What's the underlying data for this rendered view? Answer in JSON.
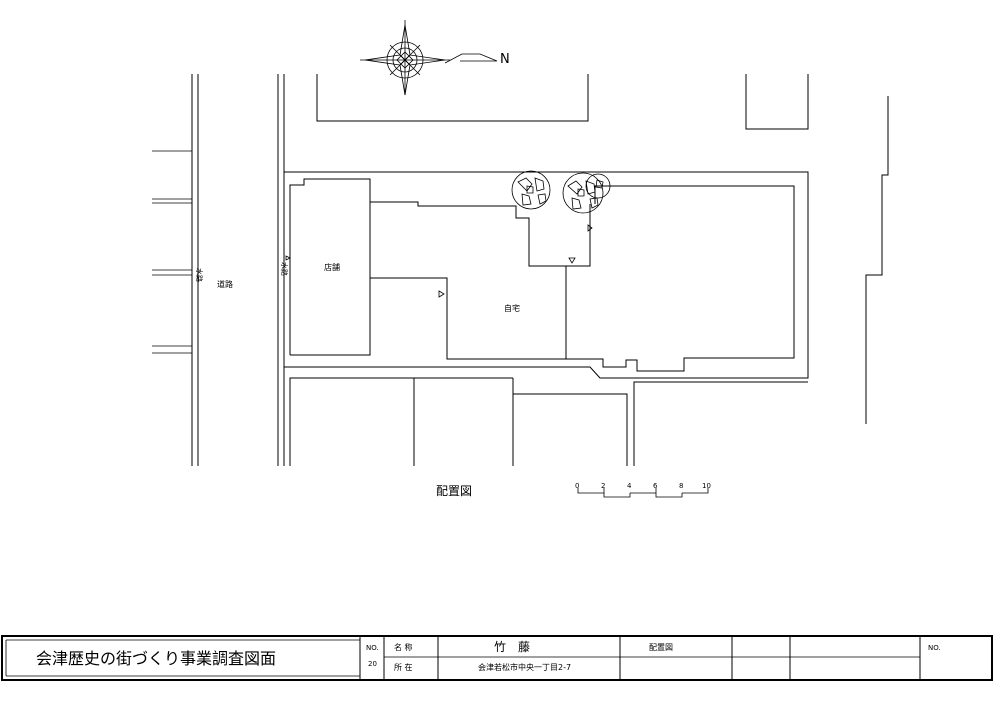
{
  "compass": {
    "north_label": "N"
  },
  "road": {
    "label": "道路",
    "gutter_left": "水路",
    "gutter_right": "水路"
  },
  "buildings": {
    "shop": "店舗",
    "house": "自宅"
  },
  "drawing_title": "配置図",
  "scale_bar": {
    "ticks": [
      "0",
      "2",
      "4",
      "6",
      "8",
      "10"
    ]
  },
  "title_block": {
    "project_title": "会津歴史の街づくり事業調査図面",
    "no_label": "NO.",
    "no_value": "20",
    "name_label": "名 称",
    "name_value": "竹　藤",
    "location_label": "所 在",
    "location_value": "会津若松市中央一丁目2-7",
    "sheet_title": "配置図",
    "right_no_label": "NO."
  }
}
